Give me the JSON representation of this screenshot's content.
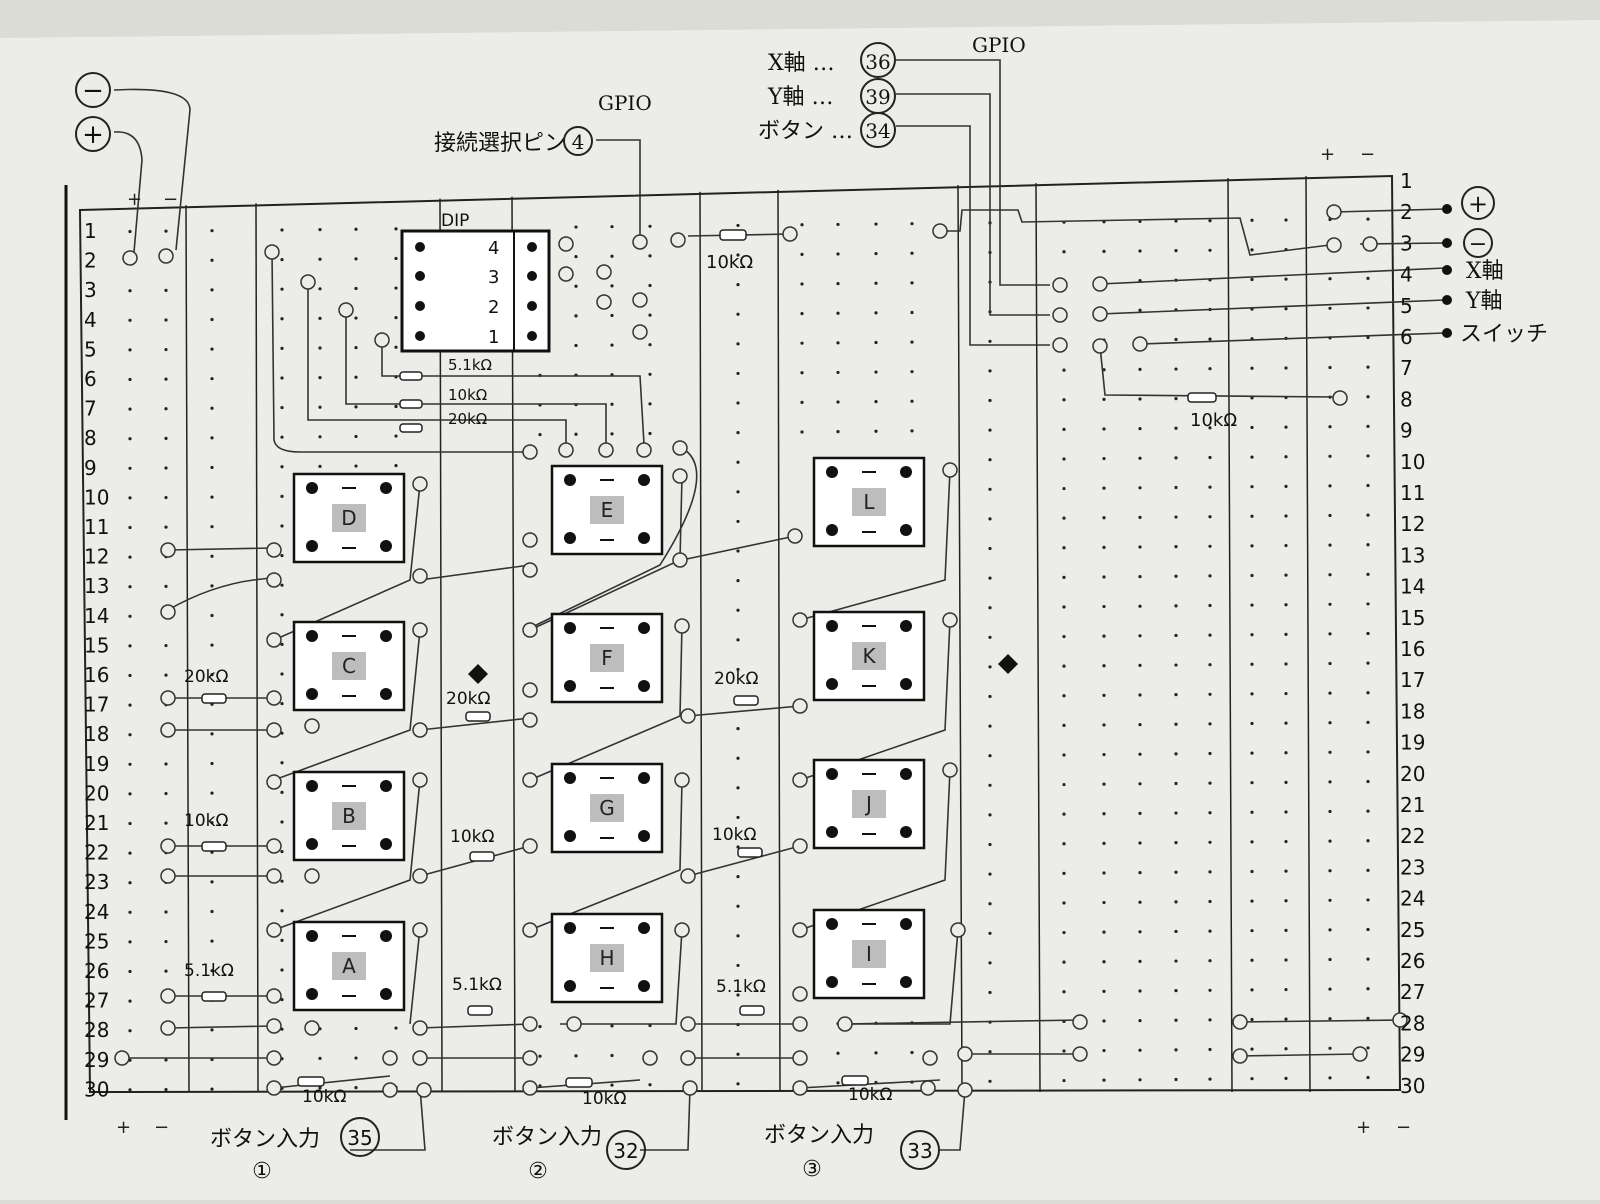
{
  "power_terminals": {
    "minus": "−",
    "plus": "+"
  },
  "rail_signs": {
    "plus": "+",
    "minus": "−"
  },
  "gpio_label": "GPIO",
  "dip": {
    "label": "DIP",
    "pins": [
      "4",
      "3",
      "2",
      "1"
    ],
    "select_pin_label": "接続選択ピン",
    "select_pin_number": "4"
  },
  "top_inputs": [
    {
      "label": "X軸 …",
      "pin": "36"
    },
    {
      "label": "Y軸 …",
      "pin": "39"
    },
    {
      "label": "ボタン …",
      "pin": "34"
    }
  ],
  "right_outputs": [
    {
      "row": "2",
      "label": "+",
      "circled": true
    },
    {
      "row": "3",
      "label": "−",
      "circled": true
    },
    {
      "row": "4",
      "label": "X軸",
      "circled": false
    },
    {
      "row": "5",
      "label": "Y軸",
      "circled": false
    },
    {
      "row": "6",
      "label": "スイッチ",
      "circled": false
    }
  ],
  "left_row_numbers": [
    "1",
    "2",
    "3",
    "4",
    "5",
    "6",
    "7",
    "8",
    "9",
    "10",
    "11",
    "12",
    "13",
    "14",
    "15",
    "16",
    "17",
    "18",
    "19",
    "20",
    "21",
    "22",
    "23",
    "24",
    "25",
    "26",
    "27",
    "28",
    "29",
    "30"
  ],
  "right_row_numbers": [
    "1",
    "2",
    "3",
    "4",
    "5",
    "6",
    "7",
    "8",
    "9",
    "10",
    "11",
    "12",
    "13",
    "14",
    "15",
    "16",
    "17",
    "18",
    "19",
    "20",
    "21",
    "22",
    "23",
    "24",
    "25",
    "26",
    "27",
    "28",
    "29",
    "30"
  ],
  "buttons": {
    "column1": [
      "D",
      "C",
      "B",
      "A"
    ],
    "column2": [
      "E",
      "F",
      "G",
      "H"
    ],
    "column3": [
      "L",
      "K",
      "J",
      "I"
    ]
  },
  "resistor_labels": {
    "dip_r1": "5.1kΩ",
    "dip_r2": "10kΩ",
    "dip_r3": "20kΩ",
    "top_r": "10kΩ",
    "right_r": "10kΩ",
    "col1_20k": "20kΩ",
    "col1_10k": "10kΩ",
    "col1_5k": "5.1kΩ",
    "col1_bottom": "10kΩ",
    "col2_20k": "20kΩ",
    "col2_10k": "10kΩ",
    "col2_5k": "5.1kΩ",
    "col2_bottom": "10kΩ",
    "col3_20k": "20kΩ",
    "col3_10k": "10kΩ",
    "col3_5k": "5.1kΩ",
    "col3_bottom": "10kΩ"
  },
  "button_inputs": [
    {
      "label": "ボタン入力",
      "number": "①",
      "pin": "35"
    },
    {
      "label": "ボタン入力",
      "number": "②",
      "pin": "32"
    },
    {
      "label": "ボタン入力",
      "number": "③",
      "pin": "33"
    }
  ]
}
